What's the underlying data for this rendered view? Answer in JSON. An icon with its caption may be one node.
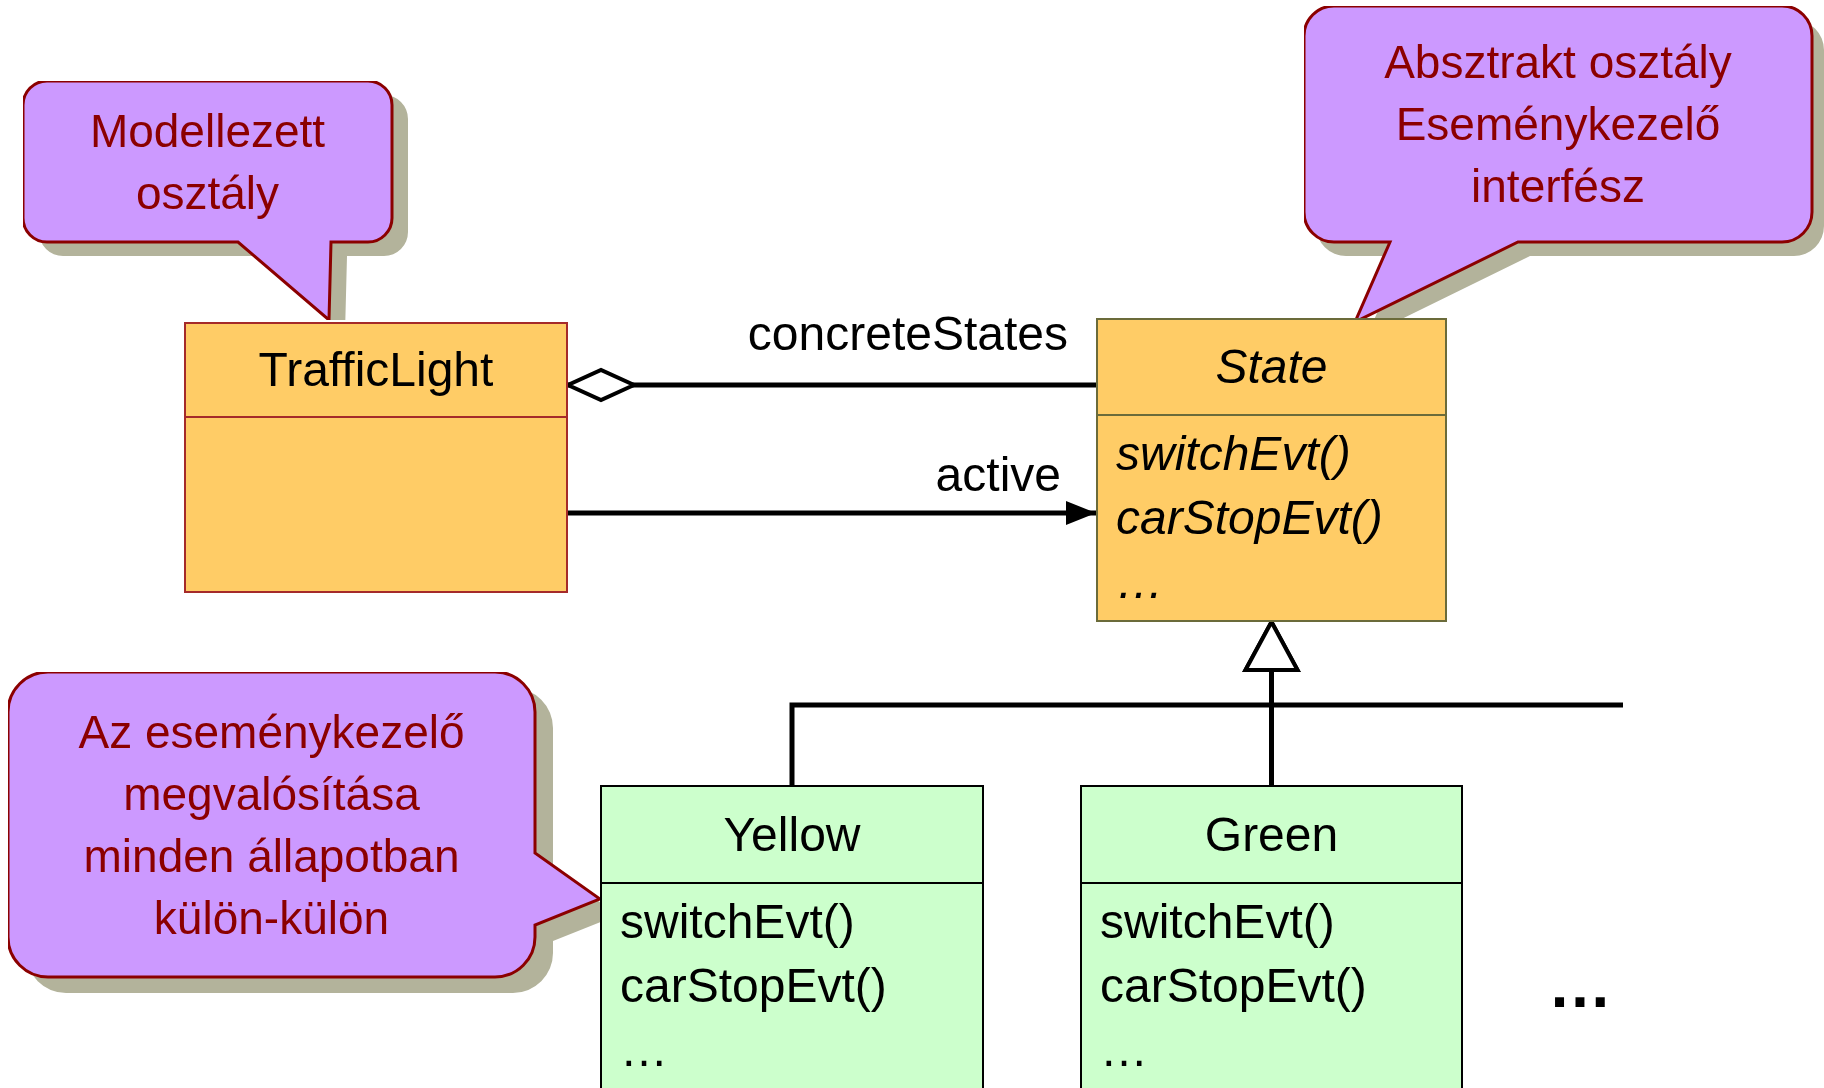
{
  "diagram": {
    "nodes": [
      {
        "text": [
          "Modellezett osztály"
        ]
      },
      {
        "text": [
          "Absztrakt osztály Eseménykezelő interfész"
        ]
      },
      {
        "text": [
          "TrafficLight"
        ]
      },
      {
        "text": [
          "State",
          "switchEvt()",
          "carStopEvt()",
          "…"
        ]
      },
      {
        "text": [
          "Az eseménykezelő megvalósítása minden állapotban külön-külön"
        ]
      },
      {
        "text": [
          "Yellow",
          "switchEvt()",
          "carStopEvt()",
          "…"
        ]
      },
      {
        "text": [
          "Green",
          "switchEvt()",
          "carStopEvt()",
          "…"
        ]
      }
    ],
    "edges": [
      {
        "from": 2,
        "to": 3,
        "arrow": "other",
        "label": "concreteStates"
      },
      {
        "from": 2,
        "to": 3,
        "arrow": "to",
        "label": "active"
      },
      {
        "from": 5,
        "to": 3,
        "arrow": "to"
      },
      {
        "from": 6,
        "to": 3,
        "arrow": "to"
      }
    ],
    "labels": [
      "…"
    ]
  }
}
